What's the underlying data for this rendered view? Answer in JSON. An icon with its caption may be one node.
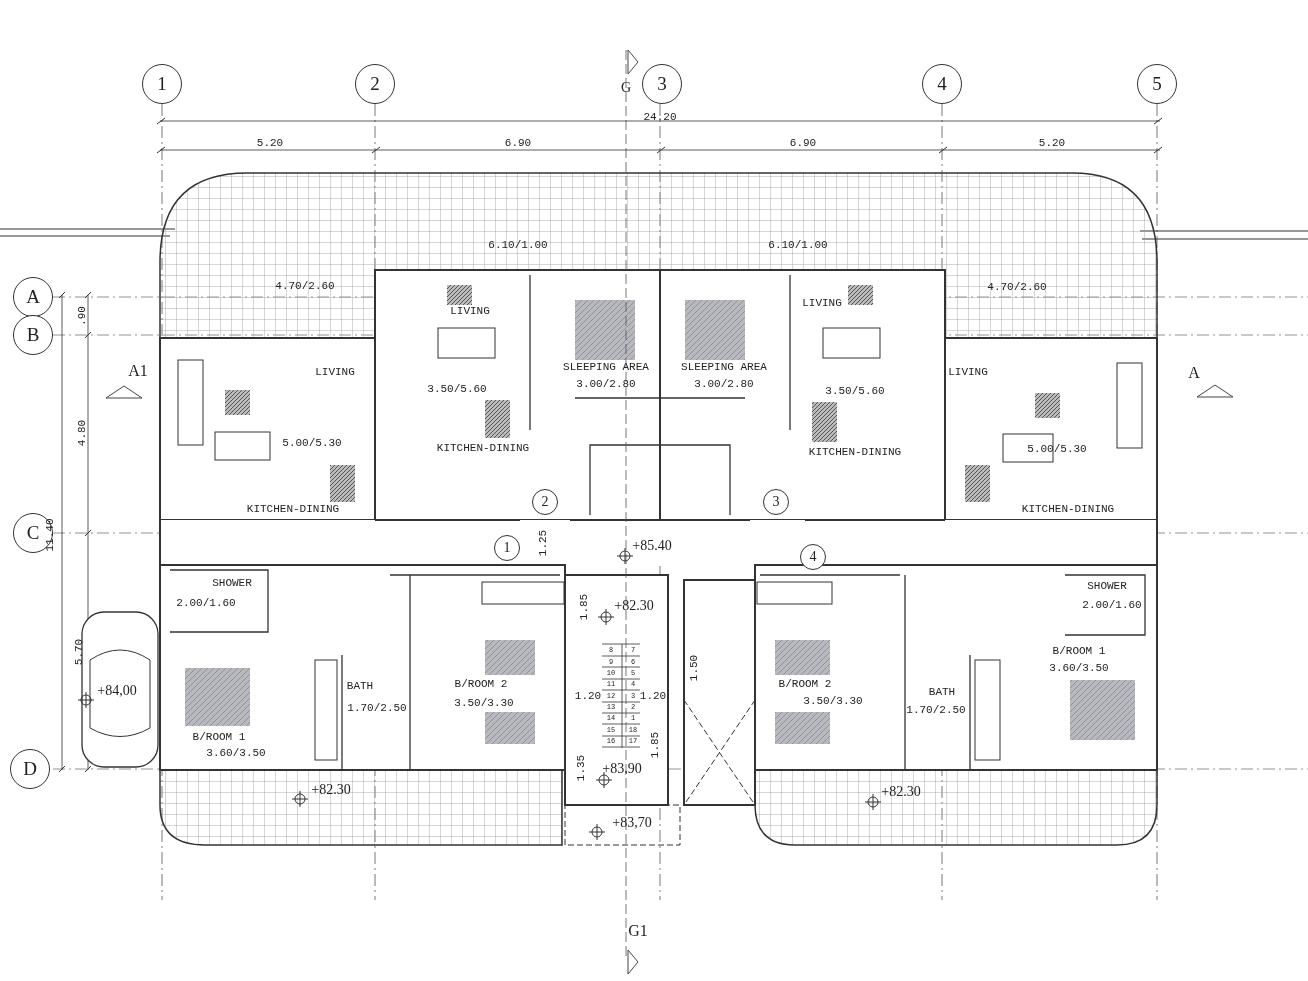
{
  "diagram": {
    "nodes": [
      {
        "text": [
          "1"
        ]
      },
      {
        "text": [
          "2"
        ]
      },
      {
        "text": [
          "3"
        ]
      },
      {
        "text": [
          "4"
        ]
      },
      {
        "text": [
          "5"
        ]
      },
      {
        "text": [
          "A"
        ]
      },
      {
        "text": [
          "B"
        ]
      },
      {
        "text": [
          "2"
        ]
      },
      {
        "text": [
          "3"
        ]
      },
      {
        "text": [
          "C"
        ]
      },
      {
        "text": [
          "1"
        ]
      },
      {
        "text": [
          "4"
        ]
      },
      {
        "text": [
          "D"
        ]
      }
    ],
    "edges": [],
    "labels": [
      "G",
      "24.20",
      "5.20",
      "6.90",
      "6.90",
      "5.20",
      "6.10/1.00",
      "6.10/1.00",
      "4.70/2.60",
      "4.70/2.60",
      ".90",
      "LIVING",
      "LIVING",
      "A1",
      "LIVING",
      "SLEEPING AREA",
      "SLEEPING AREA",
      "LIVING",
      "A",
      "3.50/5.60",
      "3.00/2.80",
      "3.00/2.80",
      "3.50/5.60",
      "4.80",
      "5.00/5.30",
      "KITCHEN-DINING",
      "KITCHEN-DINING",
      "5.00/5.30",
      "KITCHEN-DINING",
      "KITCHEN-DINING",
      "11.40",
      "1.25",
      "+85.40",
      "SHOWER",
      "SHOWER",
      "2.00/1.60",
      "1.85",
      "+82.30",
      "2.00/1.60",
      "8",
      "7",
      "9",
      "6",
      "10",
      "5",
      "11",
      "4",
      "12",
      "3",
      "13",
      "2",
      "14",
      "1",
      "15",
      "18",
      "16",
      "17",
      "5.70",
      "1.50",
      "B/ROOM 1",
      "3.60/3.50",
      "+84,00",
      "BATH",
      "B/ROOM 2",
      "1.20",
      "1.20",
      "B/ROOM 2",
      "BATH",
      "1.70/2.50",
      "3.50/3.30",
      "3.50/3.30",
      "1.70/2.50",
      "B/ROOM 1",
      "3.60/3.50",
      "1.85",
      "1.35",
      "+83,90",
      "+82.30",
      "+82.30",
      "+83,70",
      "G1"
    ]
  }
}
